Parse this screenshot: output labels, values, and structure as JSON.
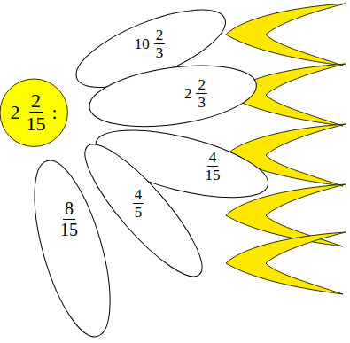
{
  "diagram": {
    "nodes": [
      {
        "text": [
          "2",
          "2",
          "15",
          ":"
        ]
      },
      {
        "text": [
          "10",
          "2",
          "3"
        ]
      },
      {
        "text": [
          "2",
          "2",
          "3"
        ]
      },
      {
        "text": [
          "4",
          "15"
        ]
      },
      {
        "text": [
          "4",
          "5"
        ]
      },
      {
        "text": [
          "8",
          "15"
        ]
      }
    ]
  }
}
